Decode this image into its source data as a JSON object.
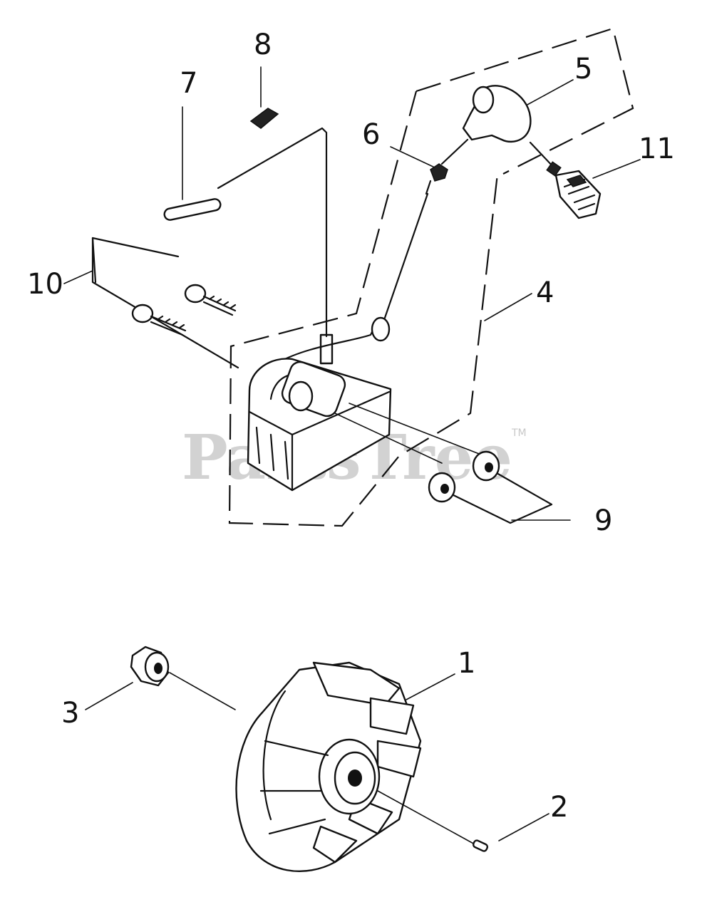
{
  "watermark": {
    "brand": "PartsTree",
    "tm": "TM"
  },
  "callouts": {
    "c1": "1",
    "c2": "2",
    "c3": "3",
    "c4": "4",
    "c5": "5",
    "c6": "6",
    "c7": "7",
    "c8": "8",
    "c9": "9",
    "c10": "10",
    "c11": "11"
  }
}
